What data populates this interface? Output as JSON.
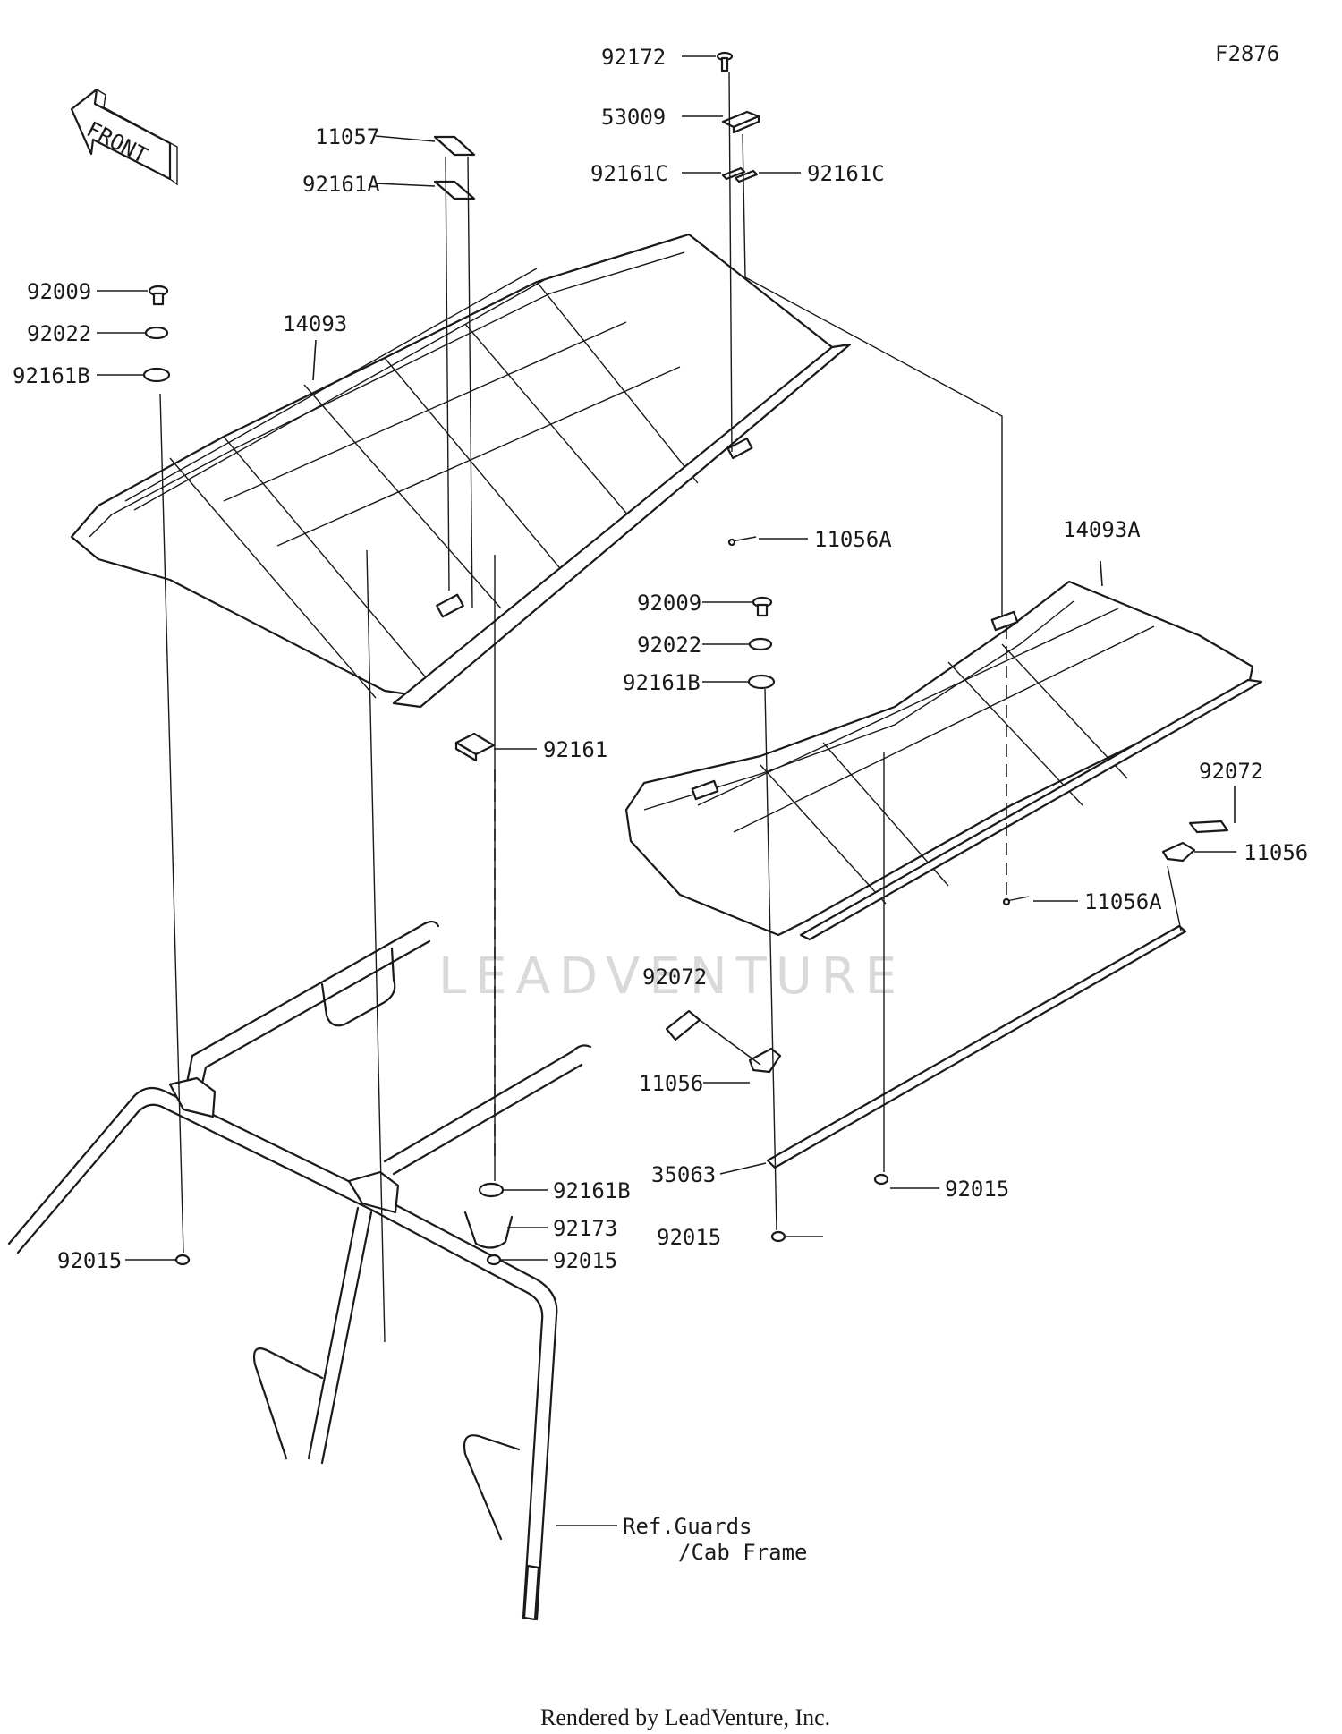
{
  "figure_id": "F2876",
  "footer": "Rendered by LeadVenture, Inc.",
  "watermark": "LEADVENTURE",
  "front_arrow_text": "FRONT",
  "callouts": {
    "c92172": "92172",
    "c53009": "53009",
    "c92161C_l": "92161C",
    "c92161C_r": "92161C",
    "c11057": "11057",
    "c92161A": "92161A",
    "c92009_l": "92009",
    "c92022_l": "92022",
    "c92161B_l": "92161B",
    "c14093": "14093",
    "c11056A_t": "11056A",
    "c14093A": "14093A",
    "c92009_r": "92009",
    "c92022_r": "92022",
    "c92161B_r": "92161B",
    "c92161": "92161",
    "c92072_r": "92072",
    "c11056_r": "11056",
    "c11056A_m": "11056A",
    "c92072_l": "92072",
    "c11056_l": "11056",
    "c35063": "35063",
    "c92015_m": "92015",
    "c92015_r": "92015",
    "c92161B_b": "92161B",
    "c92173": "92173",
    "c92015_b": "92015",
    "c92015_l": "92015",
    "ref_line1": "Ref.Guards",
    "ref_line2": "/Cab Frame"
  }
}
